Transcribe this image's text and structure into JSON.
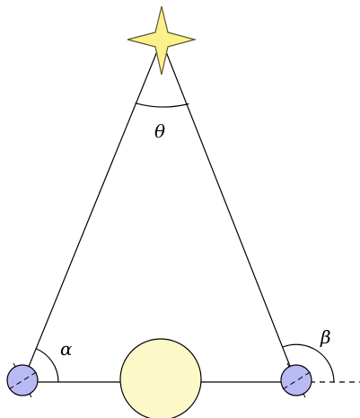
{
  "diagram": {
    "labels": {
      "alpha": "α",
      "beta": "β",
      "theta": "θ"
    },
    "colors": {
      "star_fill": "#fbf08a",
      "star_stroke": "#5a5630",
      "sun_fill": "#fdf8c8",
      "planet_fill": "#b9b9f4",
      "line": "#000000"
    },
    "icons": {
      "star": "four-point-star",
      "sun": "circle",
      "planet": "circle"
    }
  }
}
